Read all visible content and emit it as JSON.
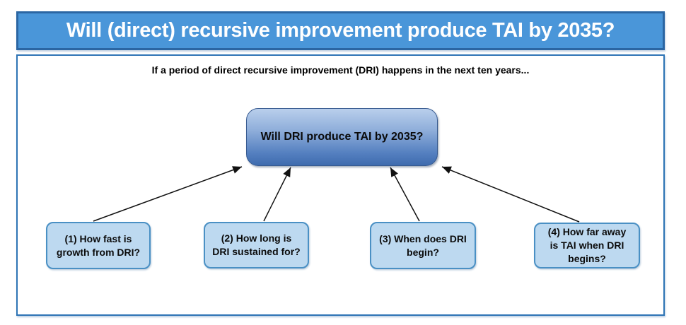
{
  "title": "Will (direct) recursive improvement produce TAI by 2035?",
  "subtitle": "If a period of direct recursive improvement (DRI) happens in the next ten years...",
  "central_node": {
    "label": "Will DRI produce TAI by 2035?"
  },
  "child_nodes": [
    {
      "id": "1",
      "label": "(1) How fast is\ngrowth from DRI?"
    },
    {
      "id": "2",
      "label": "(2) How long is\nDRI sustained for?"
    },
    {
      "id": "3",
      "label": "(3) When does DRI\nbegin?"
    },
    {
      "id": "4",
      "label": "(4) How far away\nis TAI when DRI\nbegins?"
    }
  ],
  "colors": {
    "banner_fill": "#4A96D9",
    "banner_border": "#2B66A3",
    "banner_text": "#FFFFFF",
    "frame_border": "#2E74B5",
    "central_gradient_top": "#B9CFEC",
    "central_gradient_bottom": "#3E6BAE",
    "central_border": "#36598F",
    "child_fill": "#BDD9F0",
    "child_border": "#4A90C4",
    "text": "#000000",
    "arrow": "#111111"
  }
}
